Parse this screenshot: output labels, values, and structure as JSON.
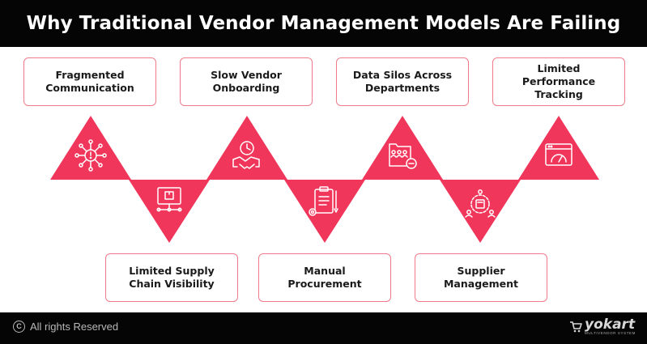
{
  "title": "Why Traditional Vendor Management Models Are Failing",
  "colors": {
    "accent": "#f0365a",
    "card_border": "#f07b8a",
    "bar": "#050505"
  },
  "top_items": [
    {
      "label": "Fragmented\nCommunication",
      "icon": "network-alert-icon"
    },
    {
      "label": "Slow Vendor\nOnboarding",
      "icon": "handshake-clock-icon"
    },
    {
      "label": "Data Silos Across\nDepartments",
      "icon": "team-folder-icon"
    },
    {
      "label": "Limited Performance\nTracking",
      "icon": "speedometer-browser-icon"
    }
  ],
  "bottom_items": [
    {
      "label": "Limited Supply\nChain Visibility",
      "icon": "monitor-box-icon"
    },
    {
      "label": "Manual\nProcurement",
      "icon": "clipboard-gear-icon"
    },
    {
      "label": "Supplier\nManagement",
      "icon": "team-gear-icon"
    }
  ],
  "footer": {
    "copyright_symbol": "C",
    "copyright": "All rights Reserved",
    "brand": "yokart",
    "brand_tagline": "MULTIVENDOR SYSTEM"
  }
}
